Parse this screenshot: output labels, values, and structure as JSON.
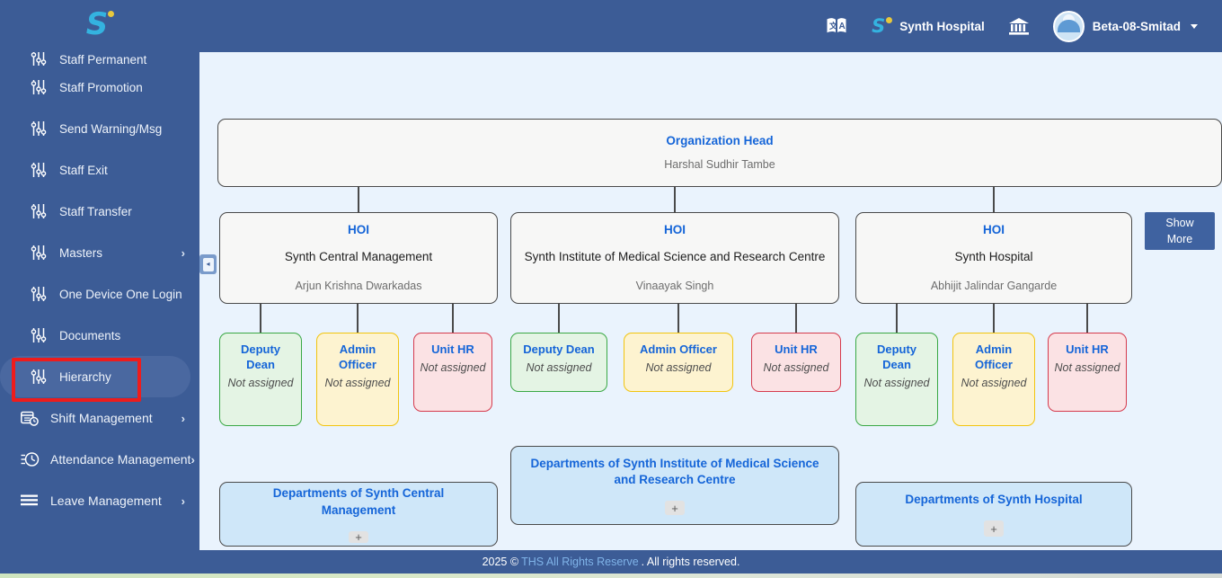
{
  "topbar": {
    "logo_letter": "S",
    "translate_icon": "translate-icon",
    "org_logo_letter": "S",
    "org_name": "Synth Hospital",
    "bank_icon": "institution-icon",
    "user_name": "Beta-08-Smitad"
  },
  "sidebar": {
    "items": [
      {
        "label": "Staff Permanent",
        "icon": "sliders-icon",
        "chevron": "",
        "active": false
      },
      {
        "label": "Staff Promotion",
        "icon": "sliders-icon",
        "chevron": "",
        "active": false
      },
      {
        "label": "Send Warning/Msg",
        "icon": "sliders-icon",
        "chevron": "",
        "active": false
      },
      {
        "label": "Staff Exit",
        "icon": "sliders-icon",
        "chevron": "",
        "active": false
      },
      {
        "label": "Staff Transfer",
        "icon": "sliders-icon",
        "chevron": "",
        "active": false
      },
      {
        "label": "Masters",
        "icon": "sliders-icon",
        "chevron": "›",
        "active": false
      },
      {
        "label": "One Device One Login",
        "icon": "sliders-icon",
        "chevron": "",
        "active": false
      },
      {
        "label": "Documents",
        "icon": "sliders-icon",
        "chevron": "",
        "active": false
      },
      {
        "label": "Hierarchy",
        "icon": "sliders-icon",
        "chevron": "",
        "active": true
      },
      {
        "label": "Shift Management",
        "icon": "shift-calendar-clock-icon",
        "chevron": "›",
        "active": false
      },
      {
        "label": "Attendance Management",
        "icon": "attendance-clock-icon",
        "chevron": "›",
        "active": false
      },
      {
        "label": "Leave Management",
        "icon": "list-lines-icon",
        "chevron": "›",
        "active": false
      }
    ]
  },
  "content": {
    "collapse_toggle_glyph": "◂",
    "show_more_label_line1": "Show",
    "show_more_label_line2": "More"
  },
  "hierarchy": {
    "root": {
      "role": "Organization Head",
      "person": "Harshal Sudhir Tambe"
    },
    "units": [
      {
        "role": "HOI",
        "unit": "Synth Central Management",
        "person": "Arjun Krishna Dwarkadas",
        "roles": [
          {
            "title": "Deputy Dean",
            "sub": "Not assigned",
            "color": "green"
          },
          {
            "title": "Admin Officer",
            "sub": "Not assigned",
            "color": "yellow"
          },
          {
            "title": "Unit HR",
            "sub": "Not assigned",
            "color": "red"
          }
        ],
        "departments_label": "Departments of Synth Central Management",
        "add_button": "+"
      },
      {
        "role": "HOI",
        "unit": "Synth Institute of Medical Science and Research Centre",
        "person": "Vinaayak Singh",
        "roles": [
          {
            "title": "Deputy Dean",
            "sub": "Not assigned",
            "color": "green"
          },
          {
            "title": "Admin Officer",
            "sub": "Not assigned",
            "color": "yellow"
          },
          {
            "title": "Unit HR",
            "sub": "Not assigned",
            "color": "red"
          }
        ],
        "departments_label": "Departments of Synth Institute of Medical Science and Research Centre",
        "add_button": "+"
      },
      {
        "role": "HOI",
        "unit": "Synth Hospital",
        "person": "Abhijit Jalindar Gangarde",
        "roles": [
          {
            "title": "Deputy Dean",
            "sub": "Not assigned",
            "color": "green"
          },
          {
            "title": "Admin Officer",
            "sub": "Not assigned",
            "color": "yellow"
          },
          {
            "title": "Unit HR",
            "sub": "Not assigned",
            "color": "red"
          }
        ],
        "departments_label": "Departments of Synth Hospital",
        "add_button": "+"
      }
    ]
  },
  "footer": {
    "year_copy": "2025 ©",
    "link": "THS All Rights Reserve",
    "suffix": ". All rights reserved."
  },
  "colors": {
    "brand_blue": "#3c5c96",
    "accent_cyan": "#34b3e0",
    "node_title": "#1565d8",
    "content_bg": "#eaf3fd",
    "green": "#3aa845",
    "yellow": "#f1c40f",
    "red": "#d53a4d",
    "highlight_outline": "#ee1c1c"
  }
}
